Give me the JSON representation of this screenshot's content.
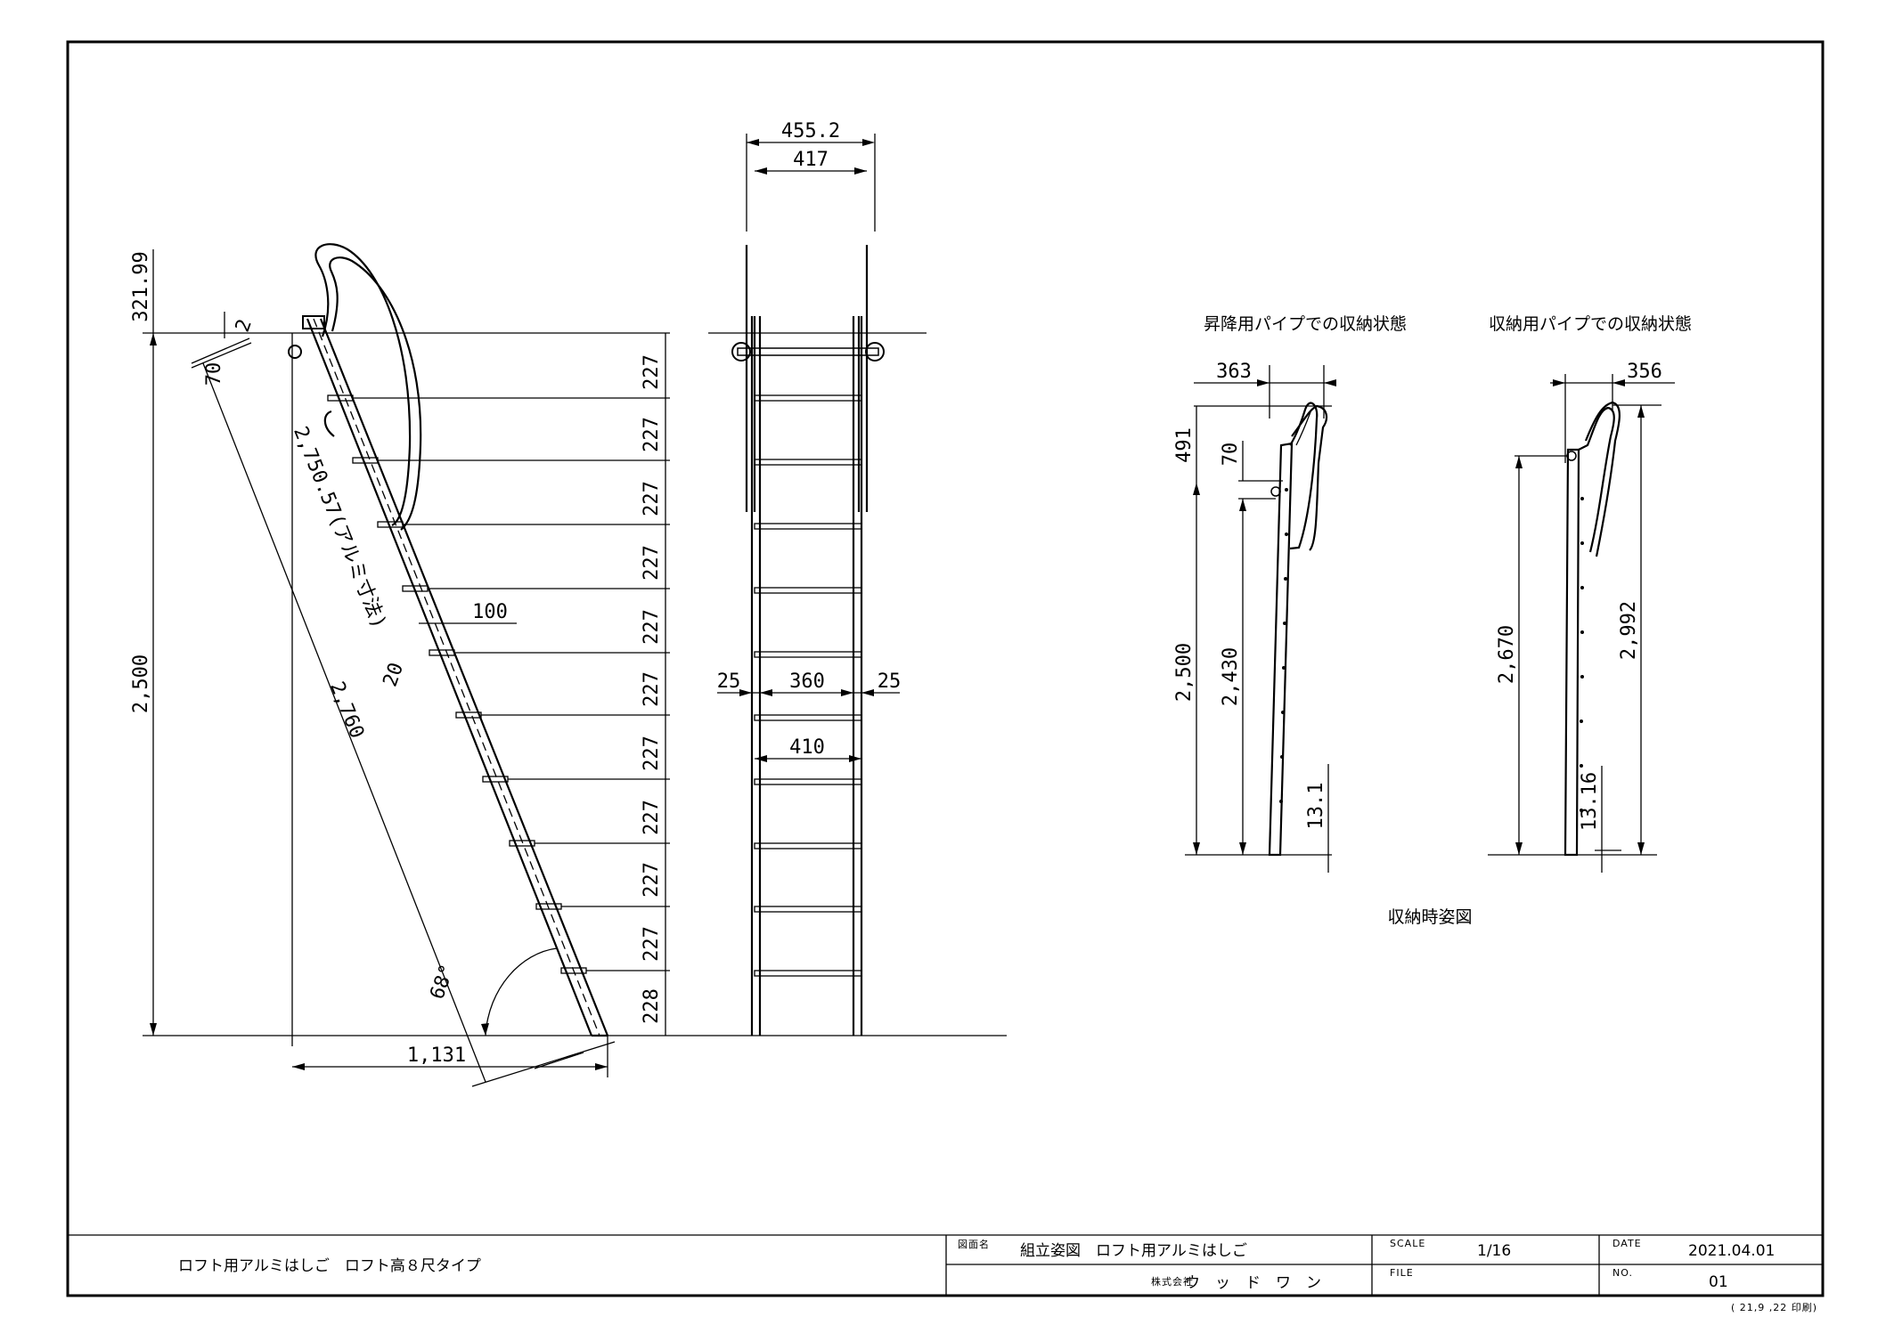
{
  "side_view": {
    "top_extension": "321.99",
    "total_height": "2,500",
    "offset_70": "70",
    "offset_2": "2",
    "length_aluminium": "2,750.57(アルミ寸法)",
    "length_total": "2,760",
    "depth_100": "100",
    "depth_20": "20",
    "angle": "68°",
    "base_width": "1,131",
    "step_pitches": [
      "227",
      "227",
      "227",
      "227",
      "227",
      "227",
      "227",
      "227",
      "227",
      "227",
      "228"
    ]
  },
  "front_view": {
    "outer_width": "455.2",
    "inner_width": "417",
    "rail_left": "25",
    "step_width": "360",
    "rail_right": "25",
    "rail_span": "410"
  },
  "storage_views": {
    "title": "収納時姿図",
    "view1": {
      "title": "昇降用パイプでの収納状態",
      "offset_top": "363",
      "hook_height": "491",
      "hook_gap": "70",
      "total_height": "2,500",
      "rail_height": "2,430",
      "foot_offset": "13.1"
    },
    "view2": {
      "title": "収納用パイプでの収納状態",
      "offset_top": "356",
      "rail_height": "2,670",
      "total_height": "2,992",
      "foot_offset": "13.16"
    }
  },
  "title_block": {
    "drawing_name": "ロフト用アルミはしご　ロフト高８尺タイプ",
    "project_label": "図面名",
    "project_value": "組立姿図　ロフト用アルミはしご",
    "scale_label": "SCALE",
    "scale_value": "1/16",
    "date_label": "DATE",
    "date_value": "2021.04.01",
    "company_prefix": "株式会社",
    "company_name": "ウ　ッ　ド　ワ　ン",
    "file_label": "FILE",
    "no_label": "NO.",
    "no_value": "01",
    "print_note": "( 21,9 ,22 印刷)"
  }
}
